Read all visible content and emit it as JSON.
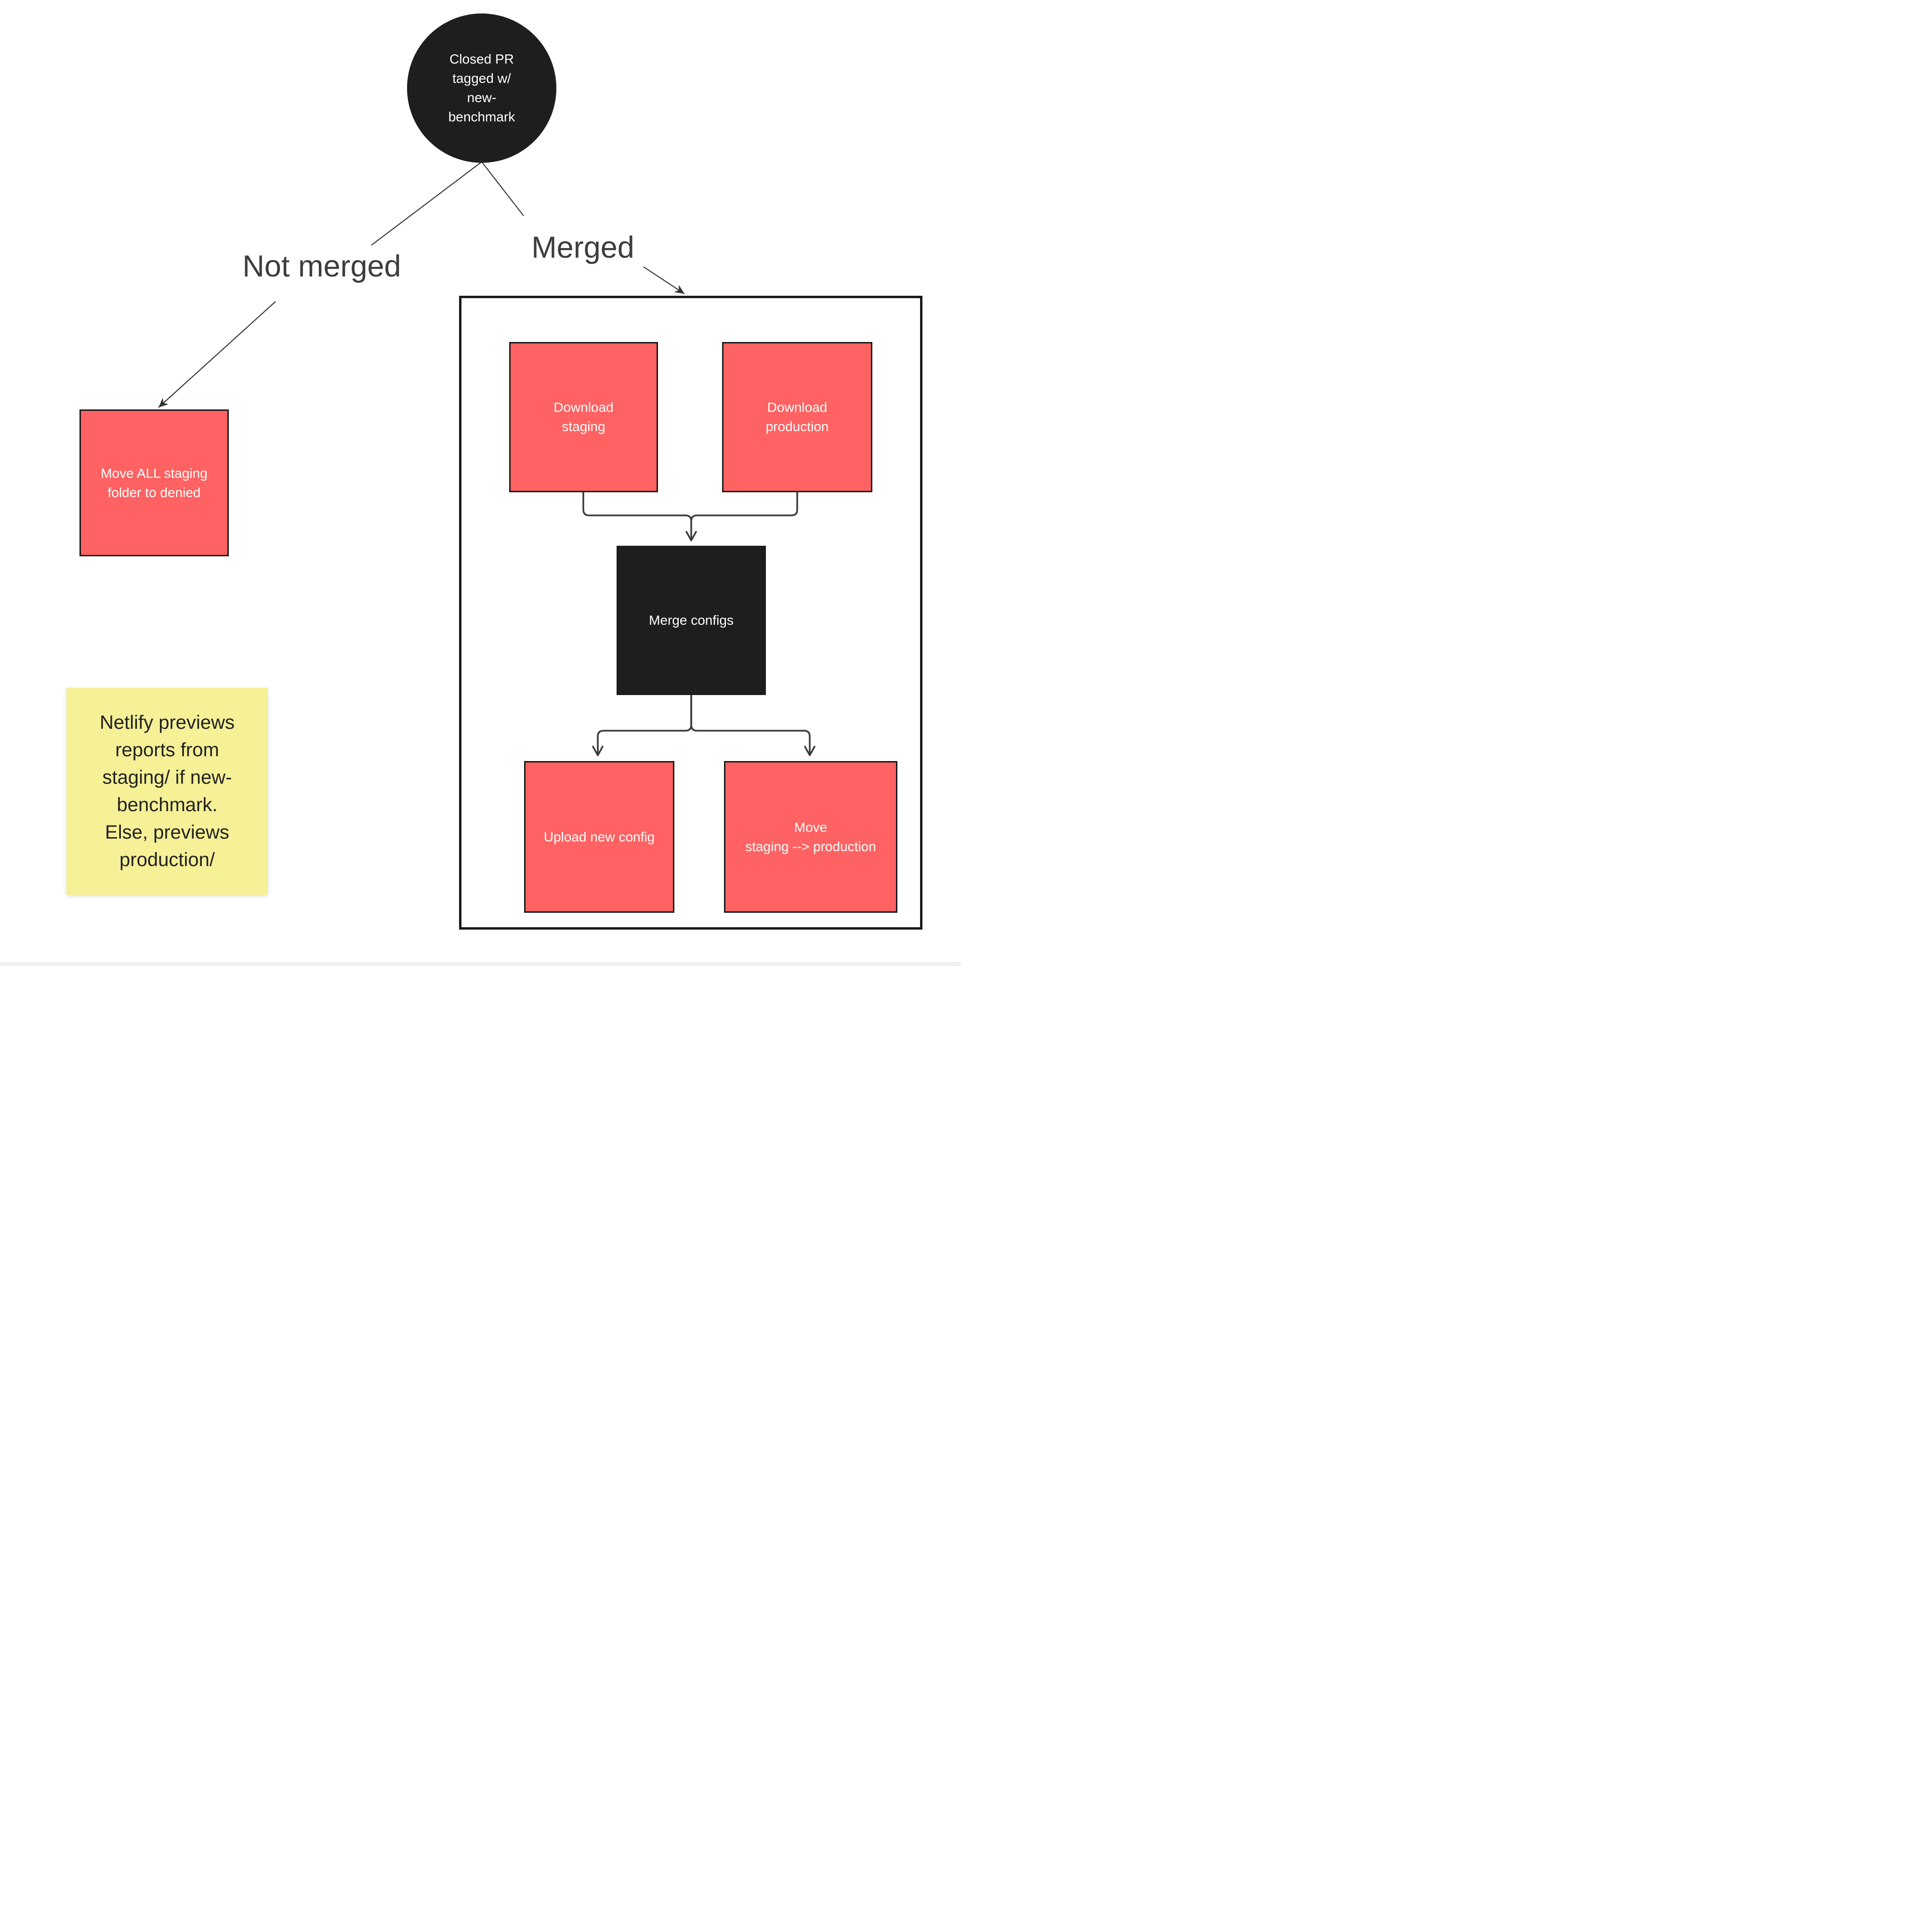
{
  "colors": {
    "canvas_bg": "#ffffff",
    "node_red": "#fe6262",
    "node_dark": "#1e1e1e",
    "sticky_yellow": "#f6f096",
    "edge_line": "#3a3a3a",
    "branch_label_text": "#3d3d3d",
    "node_text": "#ffffff",
    "sticky_text": "#222222"
  },
  "diagram": {
    "start_node": {
      "label": "Closed PR\ntagged w/\nnew-\nbenchmark"
    },
    "branch_labels": {
      "not_merged": "Not merged",
      "merged": "Merged"
    },
    "not_merged_flow": {
      "move_to_denied": "Move ALL staging\nfolder to denied"
    },
    "merged_flow": {
      "download_staging": "Download\nstaging",
      "download_production": "Download\nproduction",
      "merge_configs": "Merge configs",
      "upload_new_config": "Upload new config",
      "move_staging_to_production": "Move\nstaging --> production"
    },
    "sticky_note": {
      "text": "Netlify previews\nreports from\nstaging/ if new-\nbenchmark.\nElse, previews\nproduction/"
    }
  }
}
